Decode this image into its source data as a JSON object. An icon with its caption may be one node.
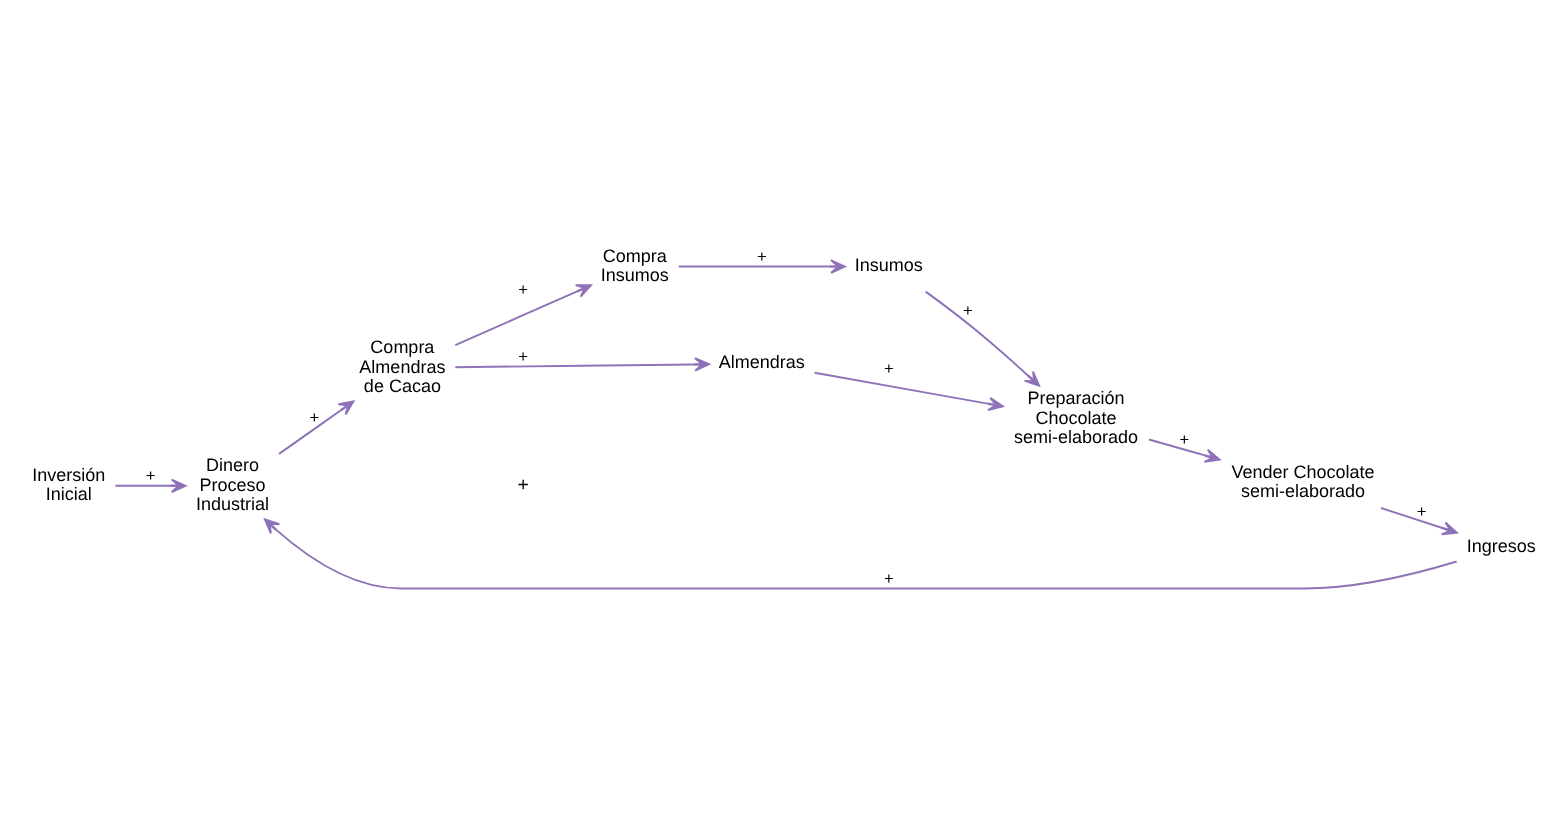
{
  "diagram": {
    "nodes": [
      {
        "text": [
          "Inversión Inicial"
        ]
      },
      {
        "text": [
          "Dinero Proceso Industrial"
        ]
      },
      {
        "text": [
          "Compra Almendras de Cacao"
        ]
      },
      {
        "text": [
          "Compra Insumos"
        ]
      },
      {
        "text": [
          "Almendras"
        ]
      },
      {
        "text": [
          "Insumos"
        ]
      },
      {
        "text": [
          "Preparación Chocolate semi-elaborado"
        ]
      },
      {
        "text": [
          "Vender Chocolate semi-elaborado"
        ]
      },
      {
        "text": [
          "Ingresos"
        ]
      }
    ],
    "edges": [
      {
        "from": 0,
        "to": 1,
        "arrow": "to",
        "label": "+"
      },
      {
        "from": 1,
        "to": 2,
        "arrow": "to",
        "label": "+"
      },
      {
        "from": 2,
        "to": 4,
        "arrow": "to",
        "label": "+"
      },
      {
        "from": 2,
        "to": 3,
        "arrow": "to",
        "label": "+"
      },
      {
        "from": 3,
        "to": 5,
        "arrow": "to",
        "label": "+"
      },
      {
        "from": 4,
        "to": 6,
        "arrow": "to",
        "label": "+"
      },
      {
        "from": 5,
        "to": 6,
        "arrow": "to",
        "label": "+"
      },
      {
        "from": 6,
        "to": 7,
        "arrow": "to",
        "label": "+"
      },
      {
        "from": 7,
        "to": 8,
        "arrow": "to",
        "label": "+"
      },
      {
        "from": 8,
        "to": 1,
        "arrow": "to",
        "label": "+"
      }
    ],
    "labels": [
      "+"
    ]
  }
}
